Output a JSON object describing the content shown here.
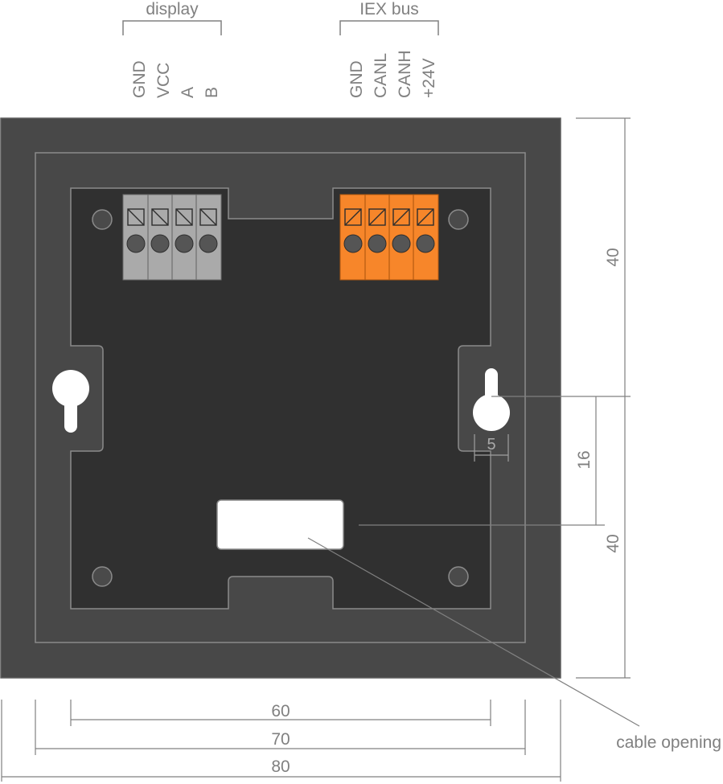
{
  "groups": {
    "display": "display",
    "iex_bus": "IEX bus"
  },
  "display_terminals": [
    "GND",
    "VCC",
    "A",
    "B"
  ],
  "iex_terminals": [
    "GND",
    "CANL",
    "CANH",
    "+24V"
  ],
  "dimensions": {
    "width_60": "60",
    "width_70": "70",
    "width_80": "80",
    "height_upper_40": "40",
    "height_lower_40": "40",
    "opening_offset_16": "16",
    "keyhole_5": "5"
  },
  "callouts": {
    "cable_opening": "cable opening"
  },
  "colors": {
    "outer_frame": "#484848",
    "back_plate": "#303030",
    "grey_terminal": "#aaaaaa",
    "orange_terminal": "#f7862a",
    "dimension_line": "#808080"
  }
}
